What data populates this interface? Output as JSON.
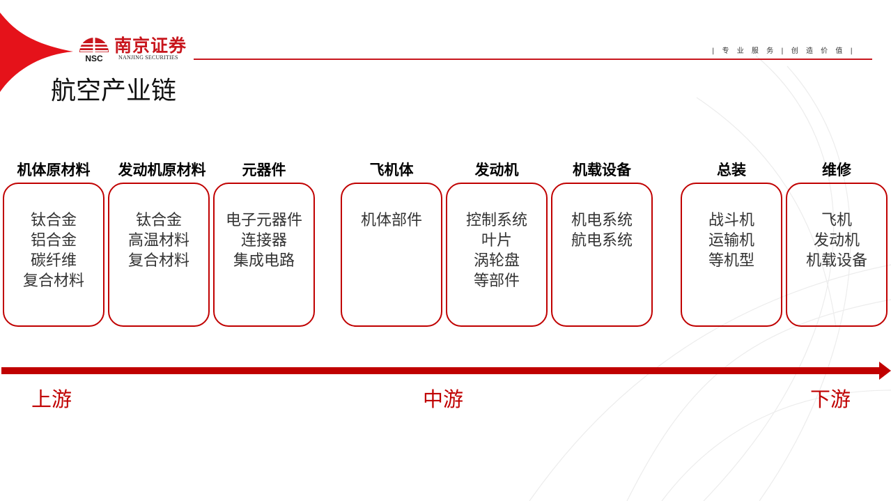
{
  "header": {
    "logo_cn": "南京证券",
    "logo_en": "NANJING SECURITIES",
    "logo_mark_text": "NSC",
    "slogan": "| 专 业 服 务 | 创 造 价 值 |"
  },
  "page_title": "航空产业链",
  "columns": [
    {
      "title": "机体原材料",
      "items": [
        "钛合金",
        "铝合金",
        "碳纤维",
        "复合材料"
      ]
    },
    {
      "title": "发动机原材料",
      "items": [
        "钛合金",
        "高温材料",
        "复合材料"
      ]
    },
    {
      "title": "元器件",
      "items": [
        "电子元器件",
        "连接器",
        "集成电路"
      ]
    },
    {
      "title": "飞机体",
      "items": [
        "机体部件"
      ]
    },
    {
      "title": "发动机",
      "items": [
        "控制系统",
        "叶片",
        "涡轮盘",
        "等部件"
      ]
    },
    {
      "title": "机载设备",
      "items": [
        "机电系统",
        "航电系统"
      ]
    },
    {
      "title": "总装",
      "items": [
        "战斗机",
        "运输机",
        "等机型"
      ]
    },
    {
      "title": "维修",
      "items": [
        "飞机",
        "发动机",
        "机载设备"
      ]
    }
  ],
  "stages": {
    "upstream": "上游",
    "midstream": "中游",
    "downstream": "下游"
  },
  "colors": {
    "brand_red": "#c8161d",
    "box_border": "#c00000",
    "arrow": "#c00000"
  }
}
